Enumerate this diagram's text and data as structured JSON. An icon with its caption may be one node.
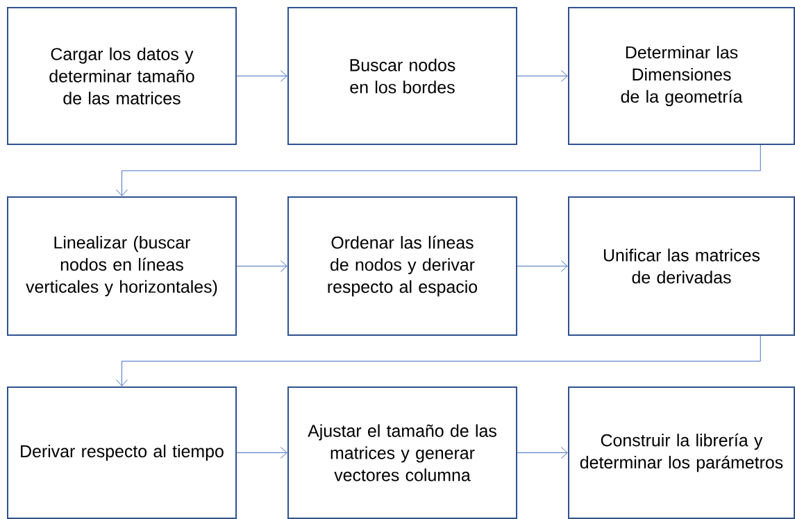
{
  "diagram": {
    "nodes": [
      {
        "text": [
          "Cargar los datos y determinar tamaño de las matrices"
        ]
      },
      {
        "text": [
          "Buscar nodos en los bordes"
        ]
      },
      {
        "text": [
          "Determinar las Dimensiones de la geometría"
        ]
      },
      {
        "text": [
          "Linealizar (buscar nodos en líneas verticales y horizontales)"
        ]
      },
      {
        "text": [
          "Ordenar las líneas de nodos y derivar respecto al espacio"
        ]
      },
      {
        "text": [
          "Unificar las matrices de derivadas"
        ]
      },
      {
        "text": [
          "Derivar respecto al tiempo"
        ]
      },
      {
        "text": [
          "Ajustar el tamaño de las matrices y generar vectores columna"
        ]
      },
      {
        "text": [
          "Construir la librería y determinar los parámetros"
        ]
      }
    ],
    "edges": [
      {
        "from": 0,
        "to": 1,
        "arrow": "to"
      },
      {
        "from": 1,
        "to": 2,
        "arrow": "to"
      },
      {
        "from": 2,
        "to": 3,
        "arrow": "to"
      },
      {
        "from": 3,
        "to": 4,
        "arrow": "to"
      },
      {
        "from": 4,
        "to": 5,
        "arrow": "to"
      },
      {
        "from": 5,
        "to": 6,
        "arrow": "to"
      },
      {
        "from": 6,
        "to": 7,
        "arrow": "to"
      },
      {
        "from": 7,
        "to": 8,
        "arrow": "to"
      }
    ]
  }
}
